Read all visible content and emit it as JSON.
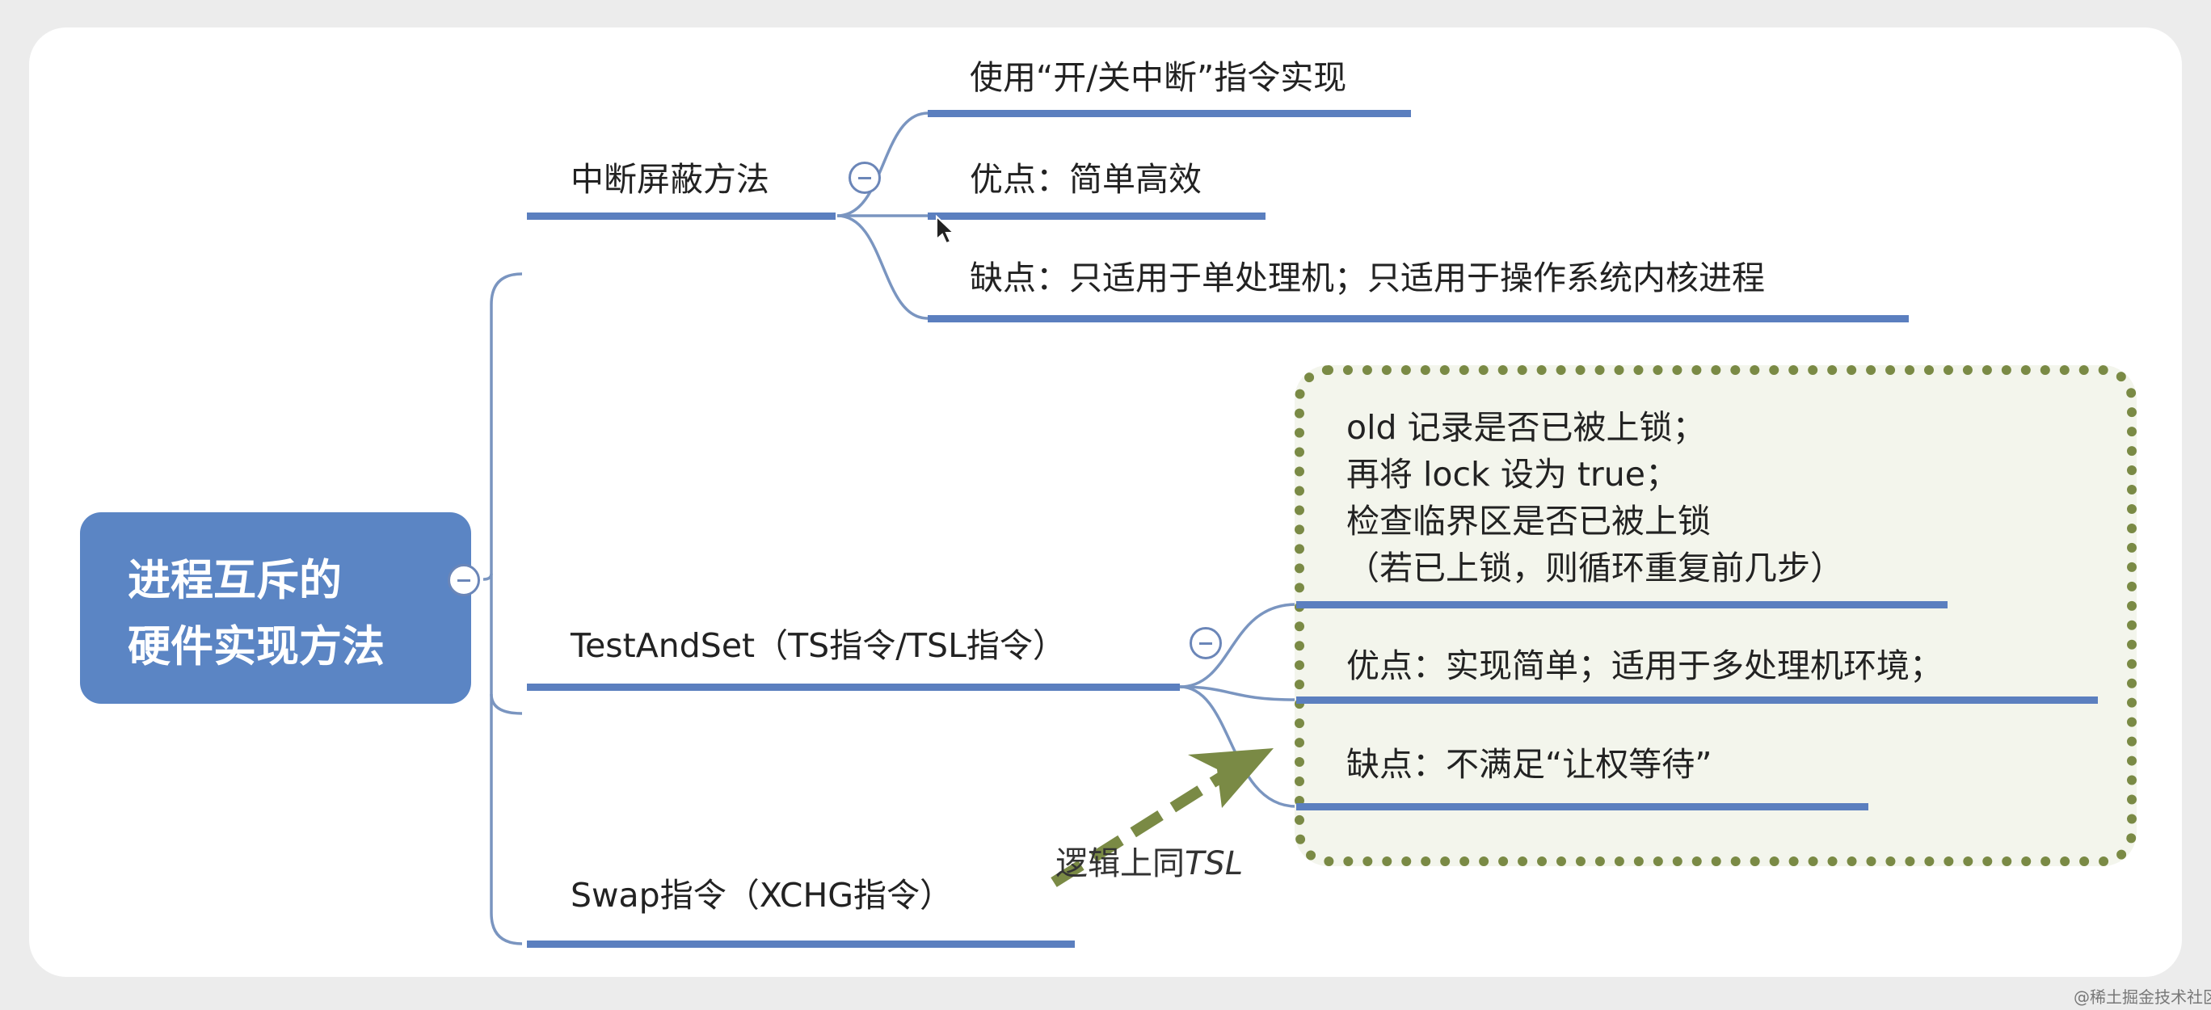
{
  "root": {
    "label": "进程互斥的\n硬件实现方法"
  },
  "branches": [
    {
      "label": "中断屏蔽方法",
      "children": [
        {
          "label": "使用“开/关中断”指令实现"
        },
        {
          "label": "优点：简单高效"
        },
        {
          "label": "缺点：只适用于单处理机；只适用于操作系统内核进程"
        }
      ]
    },
    {
      "label": "TestAndSet（TS指令/TSL指令）",
      "children": [
        {
          "label": "old 记录是否已被上锁；\n再将 lock 设为 true；\n检查临界区是否已被上锁\n（若已上锁，则循环重复前几步）"
        },
        {
          "label": "优点：实现简单；适用于多处理机环境；"
        },
        {
          "label": "缺点：不满足“让权等待”"
        }
      ]
    },
    {
      "label": "Swap指令（XCHG指令）",
      "children": []
    }
  ],
  "annotation": {
    "text": "逻辑上同",
    "emphasis": "TSL"
  },
  "colors": {
    "root_fill": "#5b85c4",
    "branch_line": "#5b7fbf",
    "connector": "#7a95c0",
    "dotted_box": "#7a8a45",
    "arrow": "#7a8a45"
  },
  "watermark": "@稀土掘金技术社区"
}
